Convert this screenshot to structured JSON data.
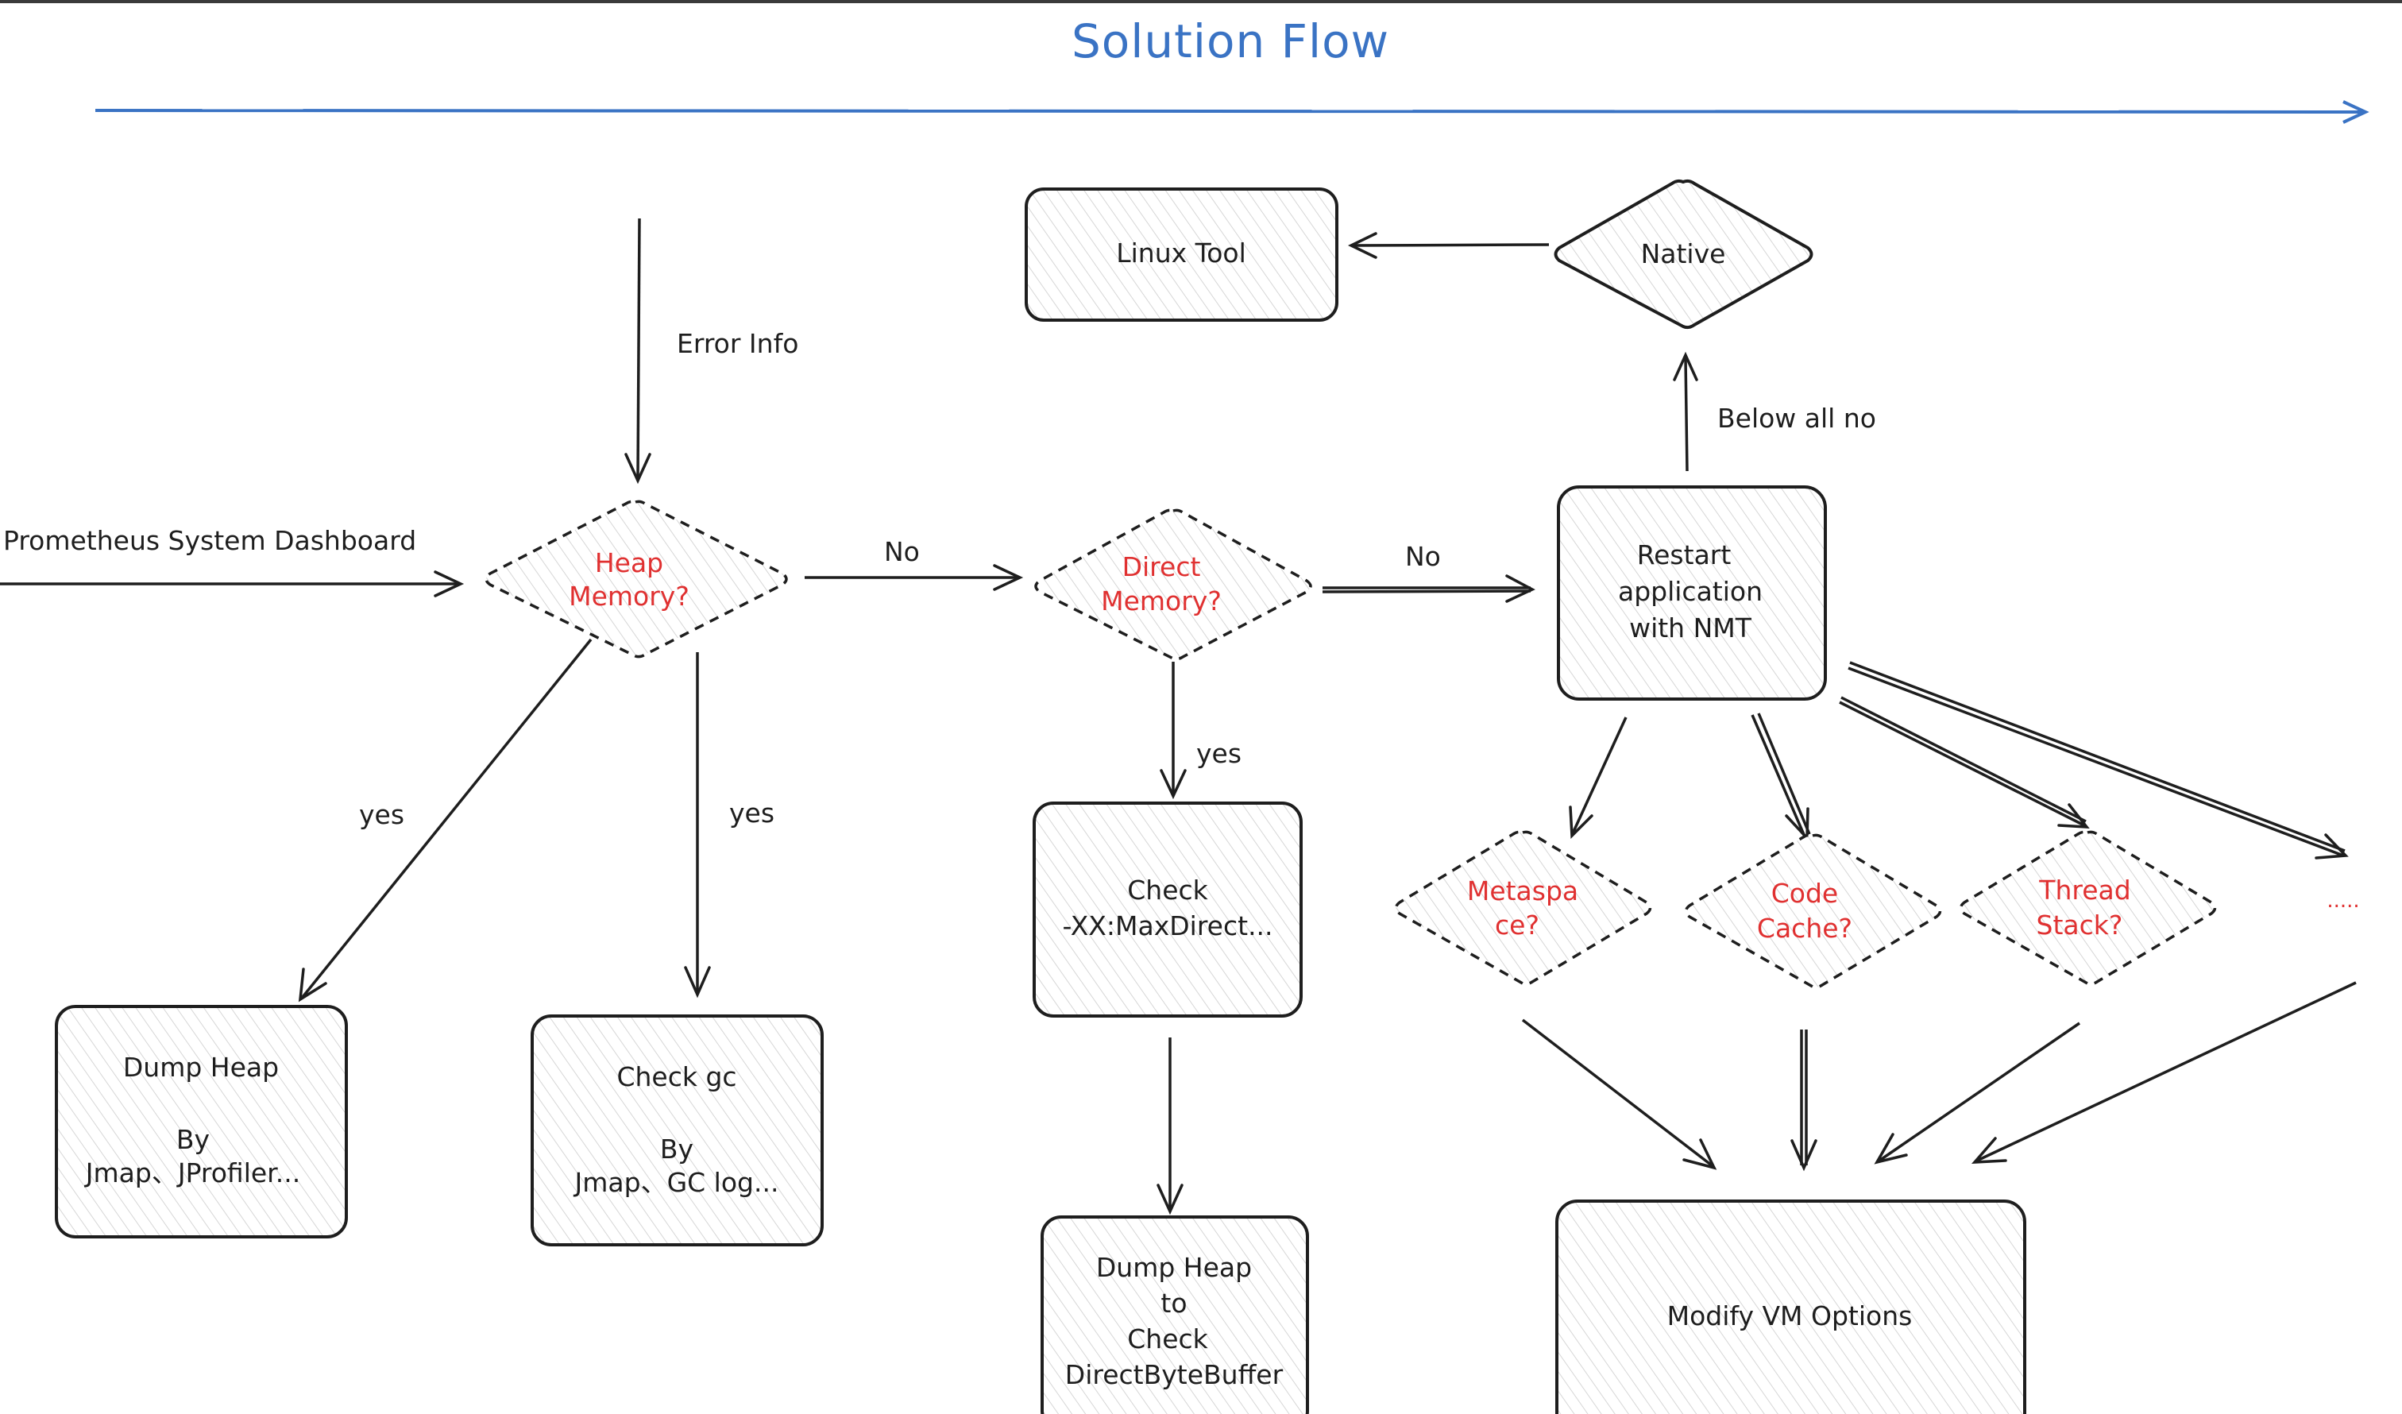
{
  "title": "Solution Flow",
  "colors": {
    "title": "#3a73c4",
    "question": "#e03131",
    "stroke": "#1e1e1e",
    "background": "#ffffff"
  },
  "edges": {
    "error_info": "Error Info",
    "prometheus": "Prometheus System Dashboard",
    "no_heap_to_direct": "No",
    "no_direct_to_restart": "No",
    "below_all_no": "Below all no",
    "yes_dump_heap": "yes",
    "yes_check_gc": "yes",
    "yes_check_direct": "yes"
  },
  "nodes": {
    "heap_memory": [
      "Heap",
      "Memory?"
    ],
    "direct_memory": [
      "Direct",
      "Memory?"
    ],
    "restart": [
      "Restart",
      "application",
      "with NMT"
    ],
    "native": [
      "Native"
    ],
    "linux_tool": [
      "Linux Tool"
    ],
    "dump_heap": [
      "Dump Heap",
      "",
      "By",
      "Jmap、JProfiler..."
    ],
    "check_gc": [
      "Check gc",
      "",
      "By",
      "Jmap、GC log..."
    ],
    "check_maxdirect": [
      "Check",
      "-XX:MaxDirect..."
    ],
    "dump_heap_dbb": [
      "Dump Heap",
      "to",
      "Check",
      "DirectByteBuffer"
    ],
    "metaspace": [
      "Metaspa",
      "ce?"
    ],
    "code_cache": [
      "Code",
      "Cache?"
    ],
    "thread_stack": [
      "Thread",
      "Stack?"
    ],
    "more": [
      "....."
    ],
    "modify_vm": [
      "Modify VM Options"
    ]
  }
}
